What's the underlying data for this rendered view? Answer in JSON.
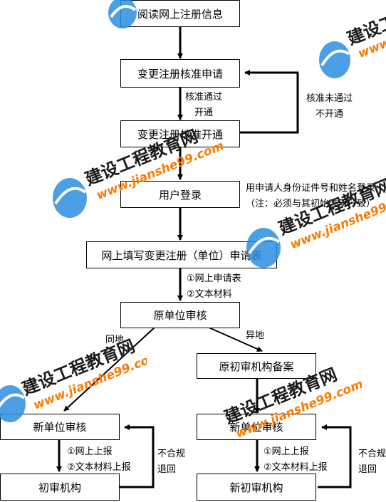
{
  "nodes": {
    "read_info": "阅读网上注册信息",
    "change_approve_apply": "变更注册核准申请",
    "change_open": "变更注册核准开通",
    "user_login": "用户登录",
    "fill_form": "网上填写变更注册（单位）申请表",
    "orig_unit_review": "原单位审核",
    "orig_review_record": "原初审机构备案",
    "new_unit_review_left": "新单位审核",
    "new_unit_review_right": "新单位审核",
    "first_review_org": "初审机构",
    "new_first_review_org": "新初审机构"
  },
  "labels": {
    "approved": [
      "核准通过",
      "开通"
    ],
    "not_approved": [
      "核准未通过",
      "不开通"
    ],
    "login_note": [
      "用申请人身份证件号和姓名登录",
      "（注：必须与其初始注册一致）"
    ],
    "submit_items": [
      "①网上申请表",
      "②文本材料"
    ],
    "same_place": "同地",
    "other_place": "异地",
    "upload_left": [
      "①网上上报",
      "②文本材料上报"
    ],
    "upload_right": [
      "①网上上报",
      "②文本材料上报"
    ],
    "reject_left": [
      "不合规",
      "退回"
    ],
    "reject_right": [
      "不合规",
      "退回"
    ]
  },
  "watermark": {
    "title": "建设工程教育网",
    "url": "www.jianshe99.com"
  },
  "colors": {
    "line": "#000000",
    "watermark_text": "#1b1b1b",
    "watermark_url": "#ff7a00",
    "logo_blue": "#2a8ee0"
  }
}
